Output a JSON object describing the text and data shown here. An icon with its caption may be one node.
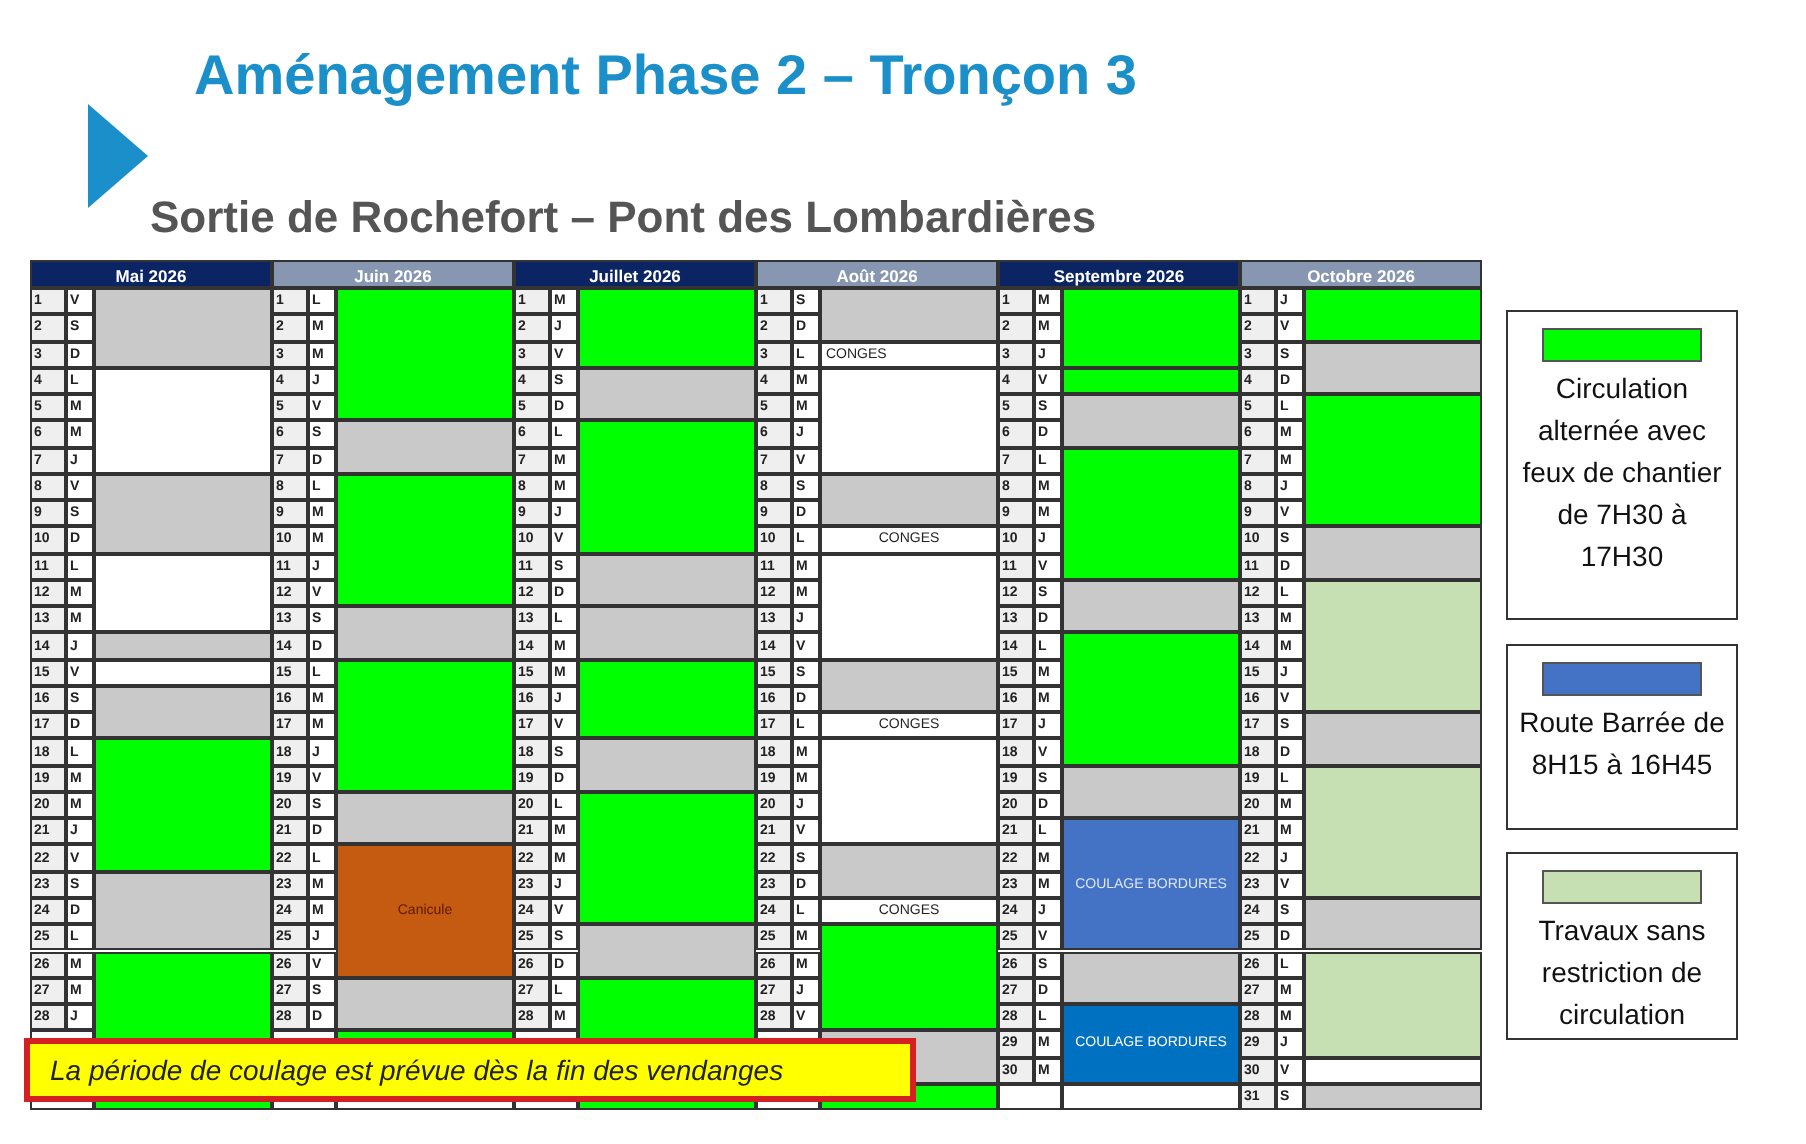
{
  "diagram": {
    "title": "Aménagement Phase 2 – Tronçon 3",
    "labels": [
      "Sortie de Rochefort – Pont des Lombardières",
      "Mai 2026",
      "Juin 2026",
      "Juillet 2026",
      "Août 2026",
      "Septembre 2026",
      "Octobre  2026",
      "1",
      "V",
      "1",
      "L",
      "1",
      "M",
      "1",
      "S",
      "1",
      "M",
      "1",
      "J",
      "2",
      "S",
      "2",
      "M",
      "2",
      "J",
      "2",
      "D",
      "2",
      "M",
      "2",
      "V",
      "3",
      "D",
      "3",
      "M",
      "3",
      "V",
      "3",
      "L",
      "CONGES",
      "3",
      "J",
      "3",
      "S",
      "4",
      "L",
      "4",
      "J",
      "4",
      "S",
      "4",
      "M",
      "4",
      "V",
      "4",
      "D",
      "5",
      "M",
      "5",
      "V",
      "5",
      "D",
      "5",
      "M",
      "5",
      "S",
      "5",
      "L",
      "6",
      "M",
      "6",
      "S",
      "6",
      "L",
      "6",
      "J",
      "6",
      "D",
      "6",
      "M",
      "7",
      "J",
      "7",
      "D",
      "7",
      "M",
      "7",
      "V",
      "7",
      "L",
      "7",
      "M",
      "8",
      "V",
      "8",
      "L",
      "8",
      "M",
      "8",
      "S",
      "8",
      "M",
      "8",
      "J",
      "9",
      "S",
      "9",
      "M",
      "9",
      "J",
      "9",
      "D",
      "9",
      "M",
      "9",
      "V",
      "10",
      "D",
      "10",
      "M",
      "10",
      "V",
      "10",
      "L",
      "CONGES",
      "10",
      "J",
      "10",
      "S",
      "11",
      "L",
      "11",
      "J",
      "11",
      "S",
      "11",
      "M",
      "11",
      "V",
      "11",
      "D",
      "12",
      "M",
      "12",
      "V",
      "12",
      "D",
      "12",
      "M",
      "12",
      "S",
      "12",
      "L",
      "13",
      "M",
      "13",
      "S",
      "13",
      "L",
      "13",
      "J",
      "13",
      "D",
      "13",
      "M",
      "14",
      "J",
      "14",
      "D",
      "14",
      "M",
      "14",
      "V",
      "14",
      "L",
      "14",
      "M",
      "15",
      "V",
      "15",
      "L",
      "15",
      "M",
      "15",
      "S",
      "15",
      "M",
      "15",
      "J",
      "16",
      "S",
      "16",
      "M",
      "16",
      "J",
      "16",
      "D",
      "16",
      "M",
      "16",
      "V",
      "17",
      "D",
      "17",
      "M",
      "17",
      "V",
      "17",
      "L",
      "CONGES",
      "17",
      "J",
      "17",
      "S",
      "18",
      "L",
      "18",
      "J",
      "18",
      "S",
      "18",
      "M",
      "18",
      "V",
      "18",
      "D",
      "19",
      "M",
      "19",
      "V",
      "19",
      "D",
      "19",
      "M",
      "19",
      "S",
      "19",
      "L",
      "20",
      "M",
      "20",
      "S",
      "20",
      "L",
      "20",
      "J",
      "20",
      "D",
      "20",
      "M",
      "21",
      "J",
      "21",
      "D",
      "21",
      "M",
      "21",
      "V",
      "21",
      "L",
      "21",
      "M",
      "22",
      "V",
      "22",
      "L",
      "22",
      "M",
      "22",
      "S",
      "22",
      "M",
      "22",
      "J",
      "23",
      "S",
      "23",
      "M",
      "23",
      "J",
      "23",
      "D",
      "23",
      "M",
      "COULAGE BORDURES",
      "23",
      "V",
      "24",
      "D",
      "24",
      "M",
      "Canicule",
      "24",
      "V",
      "24",
      "L",
      "CONGES",
      "24",
      "J",
      "24",
      "S",
      "25",
      "L",
      "25",
      "J",
      "25",
      "S",
      "25",
      "M",
      "25",
      "V",
      "25",
      "D",
      "26",
      "M",
      "26",
      "V",
      "26",
      "D",
      "26",
      "M",
      "26",
      "S",
      "26",
      "L",
      "27",
      "M",
      "27",
      "S",
      "27",
      "L",
      "27",
      "J",
      "27",
      "D",
      "27",
      "M",
      "28",
      "J",
      "28",
      "D",
      "28",
      "M",
      "28",
      "V",
      "28",
      "L",
      "28",
      "M",
      "29",
      "M",
      "COULAGE BORDURES",
      "29",
      "J",
      "30",
      "M",
      "30",
      "V",
      "31",
      "S",
      "La période de coulage est prévue dès la fin des vendanges"
    ],
    "legend": [
      {
        "text": "Circulation alternée avec feux de chantier de 7H30 à 17H30",
        "color": "#00ff00"
      },
      {
        "text": "Route Barrée de 8H15 à 16H45",
        "color": "#4472c4"
      },
      {
        "text": "Travaux sans restriction de circulation",
        "color": "#c6e0b4"
      }
    ]
  }
}
